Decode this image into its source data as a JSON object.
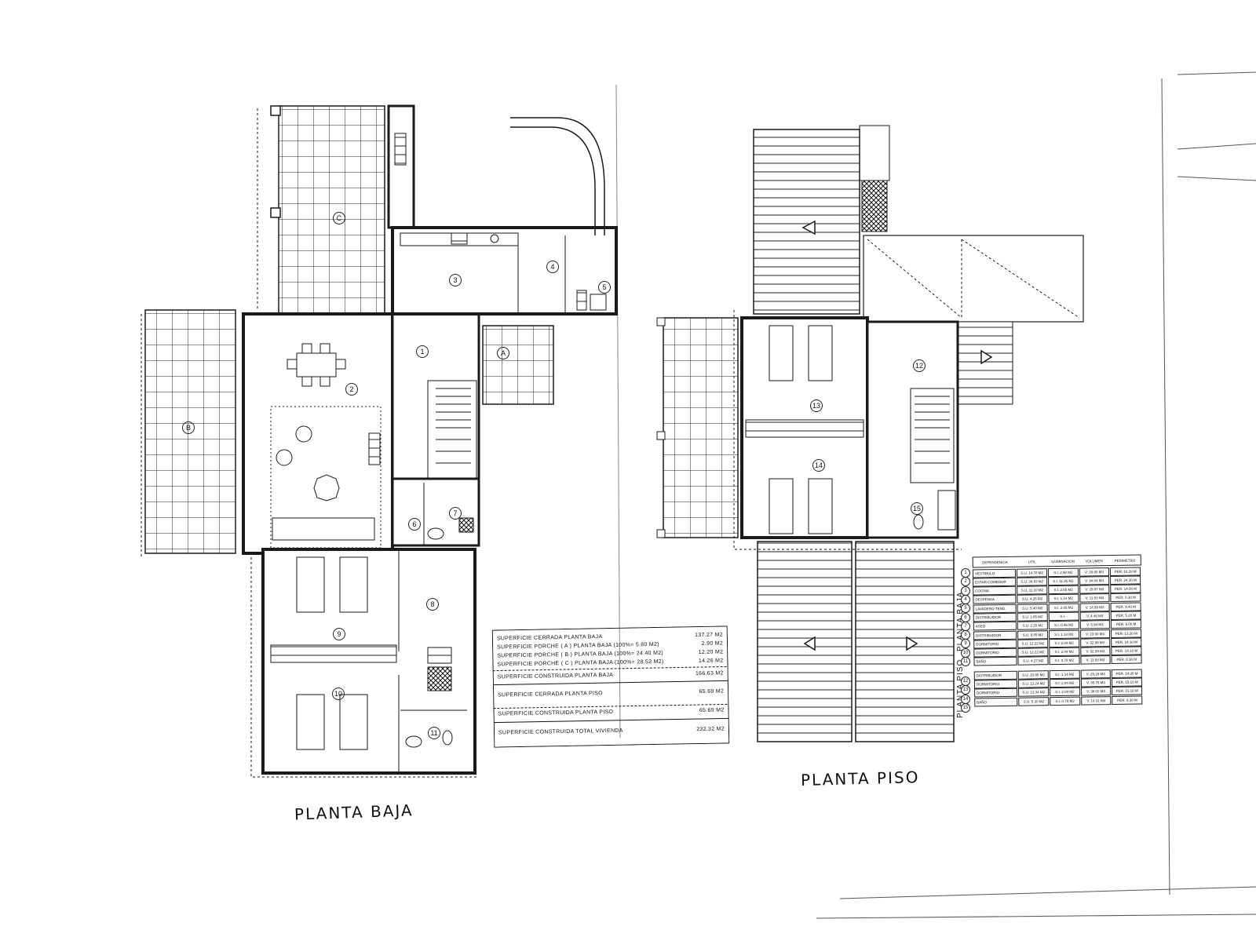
{
  "titles": {
    "ground_floor": "PLANTA BAJA",
    "upper_floor": "PLANTA PISO"
  },
  "summary_table": {
    "rows": [
      {
        "label": "SUPERFICIE CERRADA PLANTA BAJA",
        "value": "137.27 M2"
      },
      {
        "label": "SUPERFICIE PORCHE ( A ) PLANTA BAJA (100%= 5.80 M2)",
        "value": "2.90 M2"
      },
      {
        "label": "SUPERFICIE PORCHE ( B ) PLANTA BAJA (100%= 24.40 M2)",
        "value": "12.20 M2"
      },
      {
        "label": "SUPERFICIE PORCHE ( C ) PLANTA BAJA (100%= 28.52 M2)",
        "value": "14.26 M2"
      },
      {
        "label": "SUPERFICIE CONSTRUIDA PLANTA BAJA",
        "value": "166.63 M2"
      },
      {
        "label": "SUPERFICIE CERRADA PLANTA PISO",
        "value": "65.69 M2"
      },
      {
        "label": "SUPERFICIE CONSTRUIDA PLANTA PISO",
        "value": "65.69 M2"
      },
      {
        "label": "SUPERFICIE CONSTRUIDA TOTAL VIVIENDA",
        "value": "232.32 M2"
      }
    ]
  },
  "room_table": {
    "headers": [
      "DEPENDENCIA",
      "UTIL",
      "ILUMINACION",
      "VOLUMEN",
      "PERIMETRO"
    ],
    "group_labels": {
      "ground": "PLANTA BAJA",
      "upper": "PLANTA PISO"
    },
    "ground_rows": [
      {
        "num": "1",
        "cells": [
          "VESTIBULO",
          "S.U. 14.78 M2",
          "S.I. 2.90 M2",
          "V. 39.90 M3",
          "PER. 16.20 M"
        ]
      },
      {
        "num": "2",
        "cells": [
          "ESTAR-COMEDOR",
          "S.U. 34.83 M2",
          "S.I. 11.35 M2",
          "V. 94.04 M3",
          "PER. 24.30 M"
        ]
      },
      {
        "num": "3",
        "cells": [
          "COCINA",
          "S.U. 11.10 M2",
          "S.I. 2.05 M2",
          "V. 29.97 M3",
          "PER. 14.00 M"
        ]
      },
      {
        "num": "4",
        "cells": [
          "DESPENSA",
          "S.U. 4.26 M2",
          "S.I. 1.14 M2",
          "V. 11.50 M3",
          "PER. 8.30 M"
        ]
      },
      {
        "num": "5",
        "cells": [
          "LAVADERO-TEND.",
          "S.U. 5.40 M2",
          "S.I. 2.05 M2",
          "V. 14.58 M3",
          "PER. 9.40 M"
        ]
      },
      {
        "num": "6",
        "cells": [
          "DISTRIBUIDOR",
          "S.U. 1.65 M2",
          "S.I. -",
          "V. 4.46 M3",
          "PER. 5.20 M"
        ]
      },
      {
        "num": "7",
        "cells": [
          "ASEO",
          "S.U. 2.20 M2",
          "S.I. 0.46 M2",
          "V. 5.94 M3",
          "PER. 6.00 M"
        ]
      },
      {
        "num": "8",
        "cells": [
          "DISTRIBUIDOR",
          "S.U. 8.85 M2",
          "S.I. 1.14 M2",
          "V. 23.90 M3",
          "PER. 13.20 M"
        ]
      },
      {
        "num": "9",
        "cells": [
          "DORMITORIO",
          "S.U. 12.22 M2",
          "S.I. 2.04 M2",
          "V. 32.99 M3",
          "PER. 14.10 M"
        ]
      },
      {
        "num": "10",
        "cells": [
          "DORMITORIO",
          "S.U. 12.22 M2",
          "S.I. 2.04 M2",
          "V. 32.99 M3",
          "PER. 14.10 M"
        ]
      },
      {
        "num": "11",
        "cells": [
          "BAÑO",
          "S.U. 4.27 M2",
          "S.I. 0.78 M2",
          "V. 11.53 M3",
          "PER. 8.30 M"
        ]
      }
    ],
    "upper_rows": [
      {
        "num": "12",
        "cells": [
          "DISTRIBUIDOR",
          "S.U. 10.80 M2",
          "S.I. 1.14 M2",
          "V. 29.16 M3",
          "PER. 14.30 M"
        ]
      },
      {
        "num": "13",
        "cells": [
          "DORMITORIO",
          "S.U. 13.24 M2",
          "S.I. 2.04 M2",
          "V. 35.75 M3",
          "PER. 15.10 M"
        ]
      },
      {
        "num": "14",
        "cells": [
          "DORMITORIO",
          "S.U. 13.34 M2",
          "S.I. 2.04 M2",
          "V. 36.02 M3",
          "PER. 15.10 M"
        ]
      },
      {
        "num": "15",
        "cells": [
          "BAÑO",
          "S.U. 5.30 M2",
          "S.I. 0.78 M2",
          "V. 14.31 M3",
          "PER. 9.30 M"
        ]
      }
    ]
  },
  "ground_floor_labels": {
    "rooms": [
      "1",
      "2",
      "3",
      "4",
      "5",
      "6",
      "7",
      "8",
      "9",
      "10",
      "11"
    ],
    "porches": [
      "A",
      "B",
      "C"
    ]
  },
  "upper_floor_labels": {
    "rooms": [
      "12",
      "13",
      "14",
      "15"
    ]
  },
  "colors": {
    "ink": "#1a1a1a",
    "paper": "#ffffff"
  }
}
